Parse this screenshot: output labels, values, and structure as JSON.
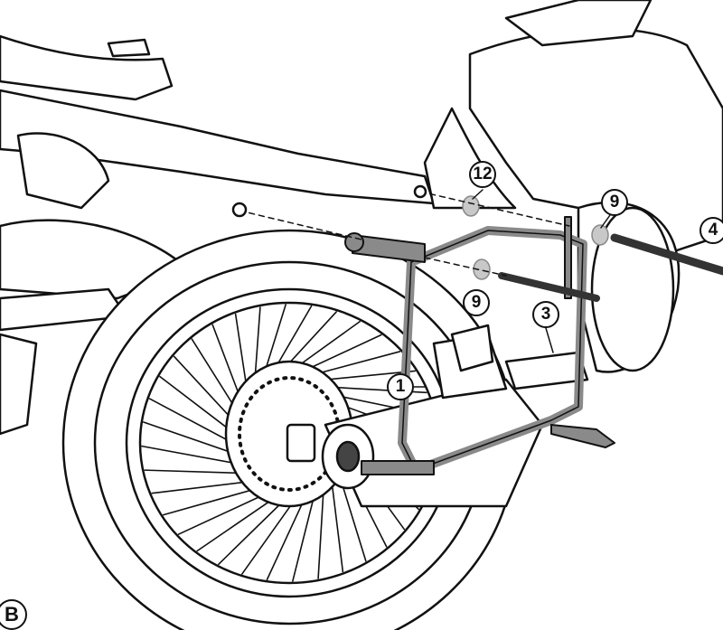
{
  "diagram": {
    "view_label": "B",
    "callouts": [
      {
        "id": "part-12",
        "label": "12"
      },
      {
        "id": "part-9-upper",
        "label": "9"
      },
      {
        "id": "part-4",
        "label": "4"
      },
      {
        "id": "part-9-lower",
        "label": "9"
      },
      {
        "id": "part-3",
        "label": "3"
      },
      {
        "id": "part-1",
        "label": "1"
      }
    ],
    "colors": {
      "line": "#111111",
      "rack": "#8a8a8a",
      "spacer": "#c8c8c8"
    }
  }
}
